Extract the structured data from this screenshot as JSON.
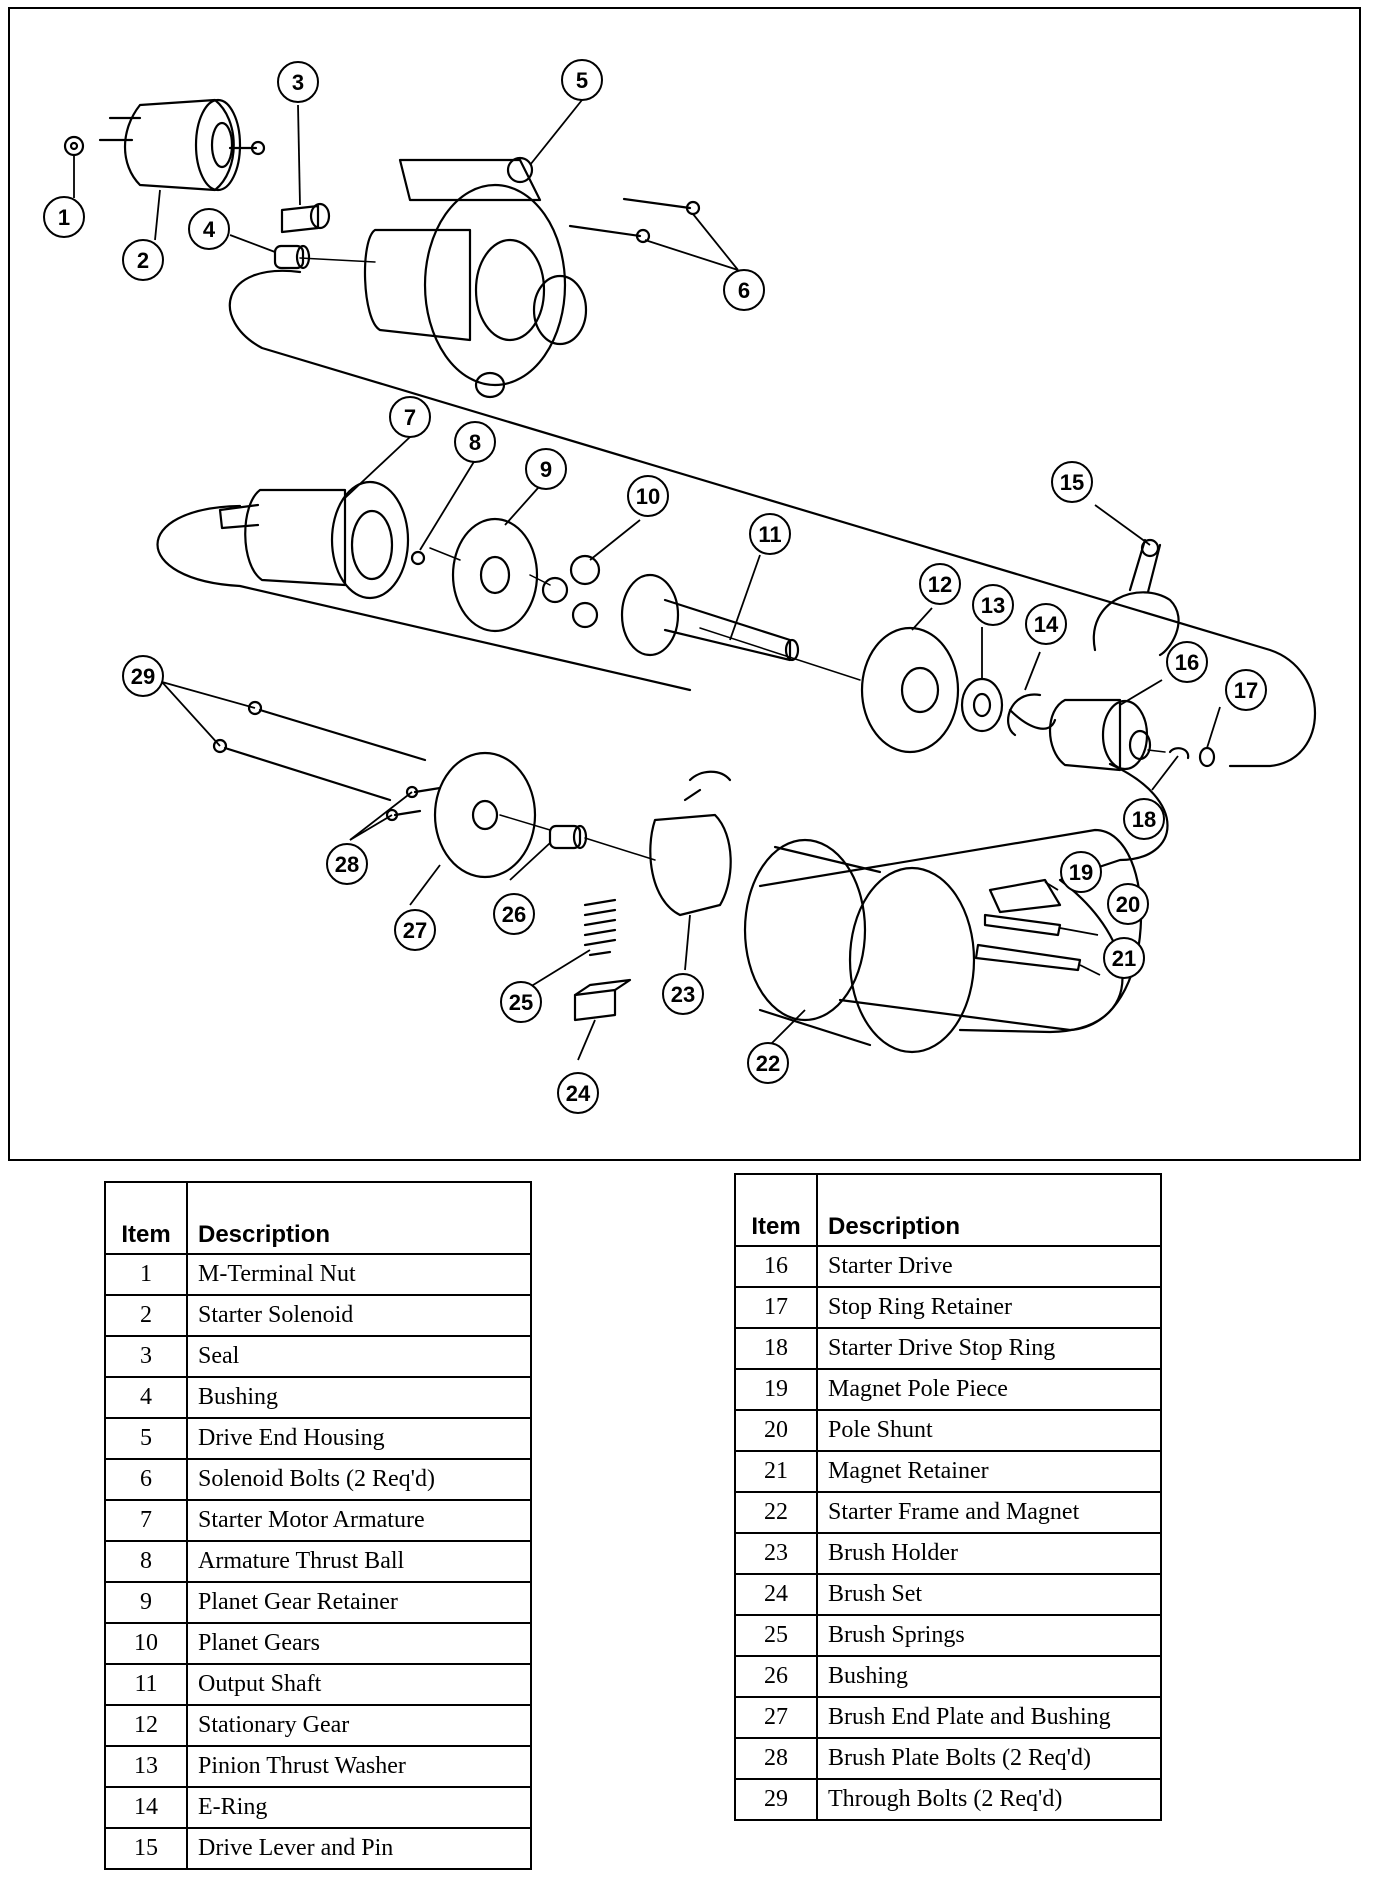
{
  "callouts": [
    "1",
    "2",
    "3",
    "4",
    "5",
    "6",
    "7",
    "8",
    "9",
    "10",
    "11",
    "12",
    "13",
    "14",
    "15",
    "16",
    "17",
    "18",
    "19",
    "20",
    "21",
    "22",
    "23",
    "24",
    "25",
    "26",
    "27",
    "28",
    "29"
  ],
  "parts_table": {
    "header_item": "Item",
    "header_description": "Description",
    "left_rows": [
      {
        "item": "1",
        "description": "M-Terminal Nut"
      },
      {
        "item": "2",
        "description": "Starter Solenoid"
      },
      {
        "item": "3",
        "description": "Seal"
      },
      {
        "item": "4",
        "description": "Bushing"
      },
      {
        "item": "5",
        "description": "Drive End Housing"
      },
      {
        "item": "6",
        "description": "Solenoid Bolts (2 Req'd)"
      },
      {
        "item": "7",
        "description": "Starter Motor Armature"
      },
      {
        "item": "8",
        "description": "Armature Thrust Ball"
      },
      {
        "item": "9",
        "description": "Planet Gear Retainer"
      },
      {
        "item": "10",
        "description": "Planet Gears"
      },
      {
        "item": "11",
        "description": "Output Shaft"
      },
      {
        "item": "12",
        "description": "Stationary Gear"
      },
      {
        "item": "13",
        "description": "Pinion Thrust Washer"
      },
      {
        "item": "14",
        "description": "E-Ring"
      },
      {
        "item": "15",
        "description": "Drive Lever and Pin"
      }
    ],
    "right_rows": [
      {
        "item": "16",
        "description": "Starter Drive"
      },
      {
        "item": "17",
        "description": "Stop Ring Retainer"
      },
      {
        "item": "18",
        "description": "Starter Drive Stop Ring"
      },
      {
        "item": "19",
        "description": "Magnet Pole Piece"
      },
      {
        "item": "20",
        "description": "Pole Shunt"
      },
      {
        "item": "21",
        "description": "Magnet Retainer"
      },
      {
        "item": "22",
        "description": "Starter Frame and Magnet"
      },
      {
        "item": "23",
        "description": "Brush Holder"
      },
      {
        "item": "24",
        "description": "Brush Set"
      },
      {
        "item": "25",
        "description": "Brush Springs"
      },
      {
        "item": "26",
        "description": "Bushing"
      },
      {
        "item": "27",
        "description": "Brush End Plate and Bushing"
      },
      {
        "item": "28",
        "description": "Brush Plate Bolts (2 Req'd)"
      },
      {
        "item": "29",
        "description": "Through Bolts (2 Req'd)"
      }
    ]
  }
}
